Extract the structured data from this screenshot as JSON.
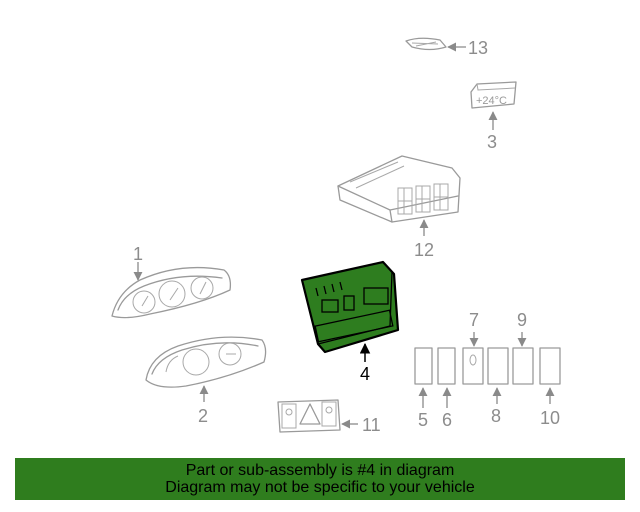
{
  "callouts": {
    "c1": "1",
    "c2": "2",
    "c3": "3",
    "c4": "4",
    "c5": "5",
    "c6": "6",
    "c7": "7",
    "c8": "8",
    "c9": "9",
    "c10": "10",
    "c11": "11",
    "c12": "12",
    "c13": "13"
  },
  "display_temp": "+24°C",
  "banner": {
    "line1": "Part or sub-assembly is #4 in diagram",
    "line2": "Diagram may not be specific to your vehicle"
  },
  "colors": {
    "highlight": "#2e7d1f",
    "banner_bg": "#2f7d1e",
    "part_stroke": "#9a9a9a"
  }
}
